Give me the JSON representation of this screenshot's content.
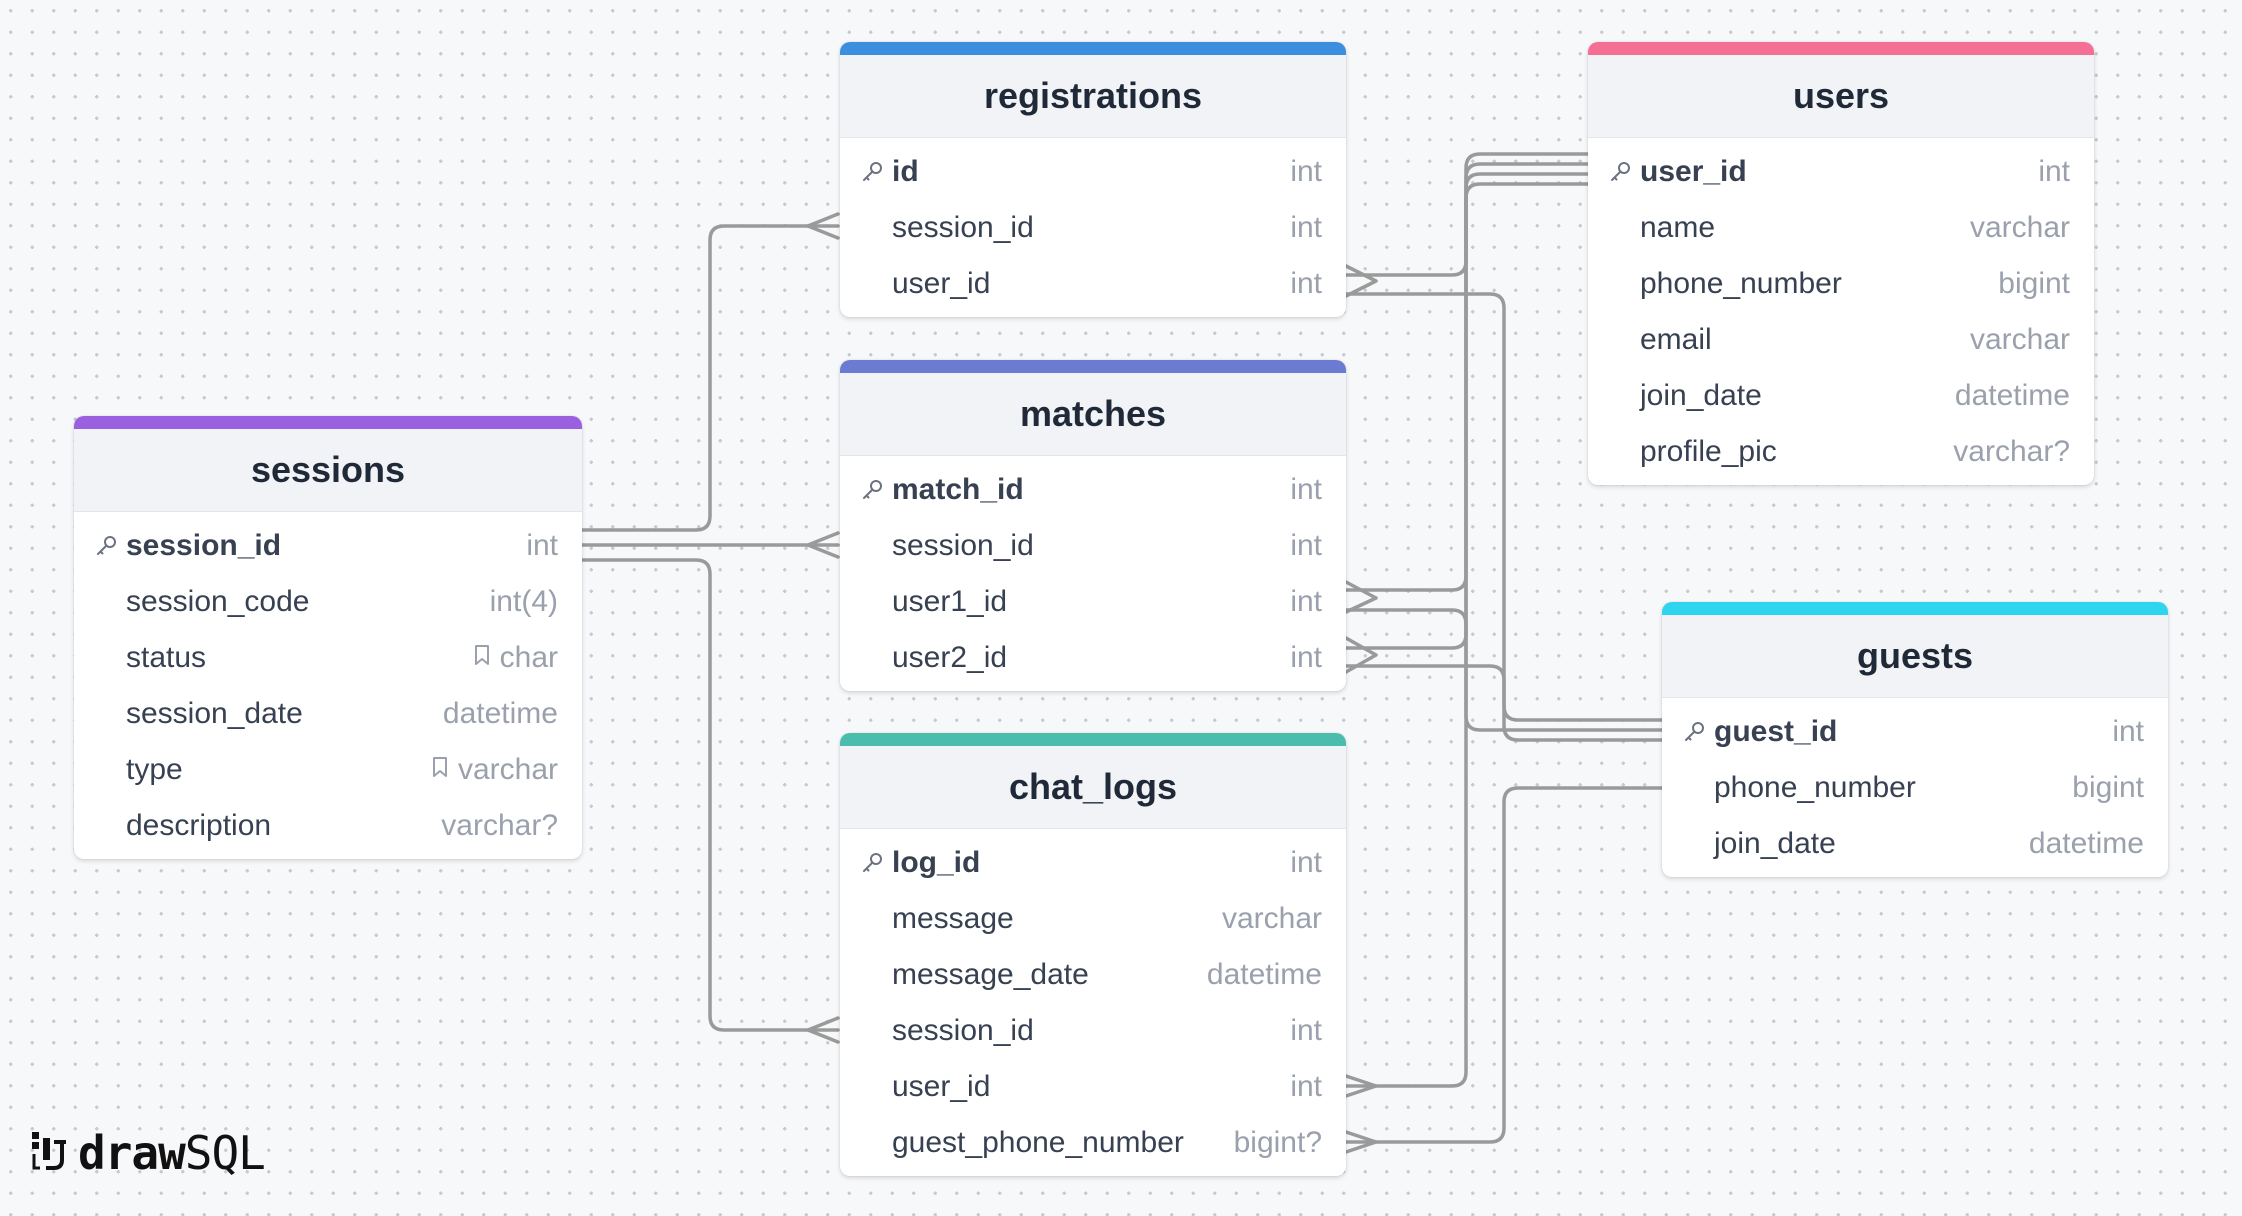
{
  "logo": {
    "bold": "draw",
    "light": "SQL"
  },
  "colors": {
    "sessions": "#9a60e0",
    "registrations": "#3b8fde",
    "matches": "#6b7bd1",
    "chat_logs": "#4cbcad",
    "users": "#f56f95",
    "guests": "#2fd4ee",
    "connector": "#9a9a9a"
  },
  "tables": {
    "sessions": {
      "title": "sessions",
      "columns": [
        {
          "name": "session_id",
          "type": "int",
          "pk": true
        },
        {
          "name": "session_code",
          "type": "int(4)"
        },
        {
          "name": "status",
          "type": "char",
          "enum": true
        },
        {
          "name": "session_date",
          "type": "datetime"
        },
        {
          "name": "type",
          "type": "varchar",
          "enum": true
        },
        {
          "name": "description",
          "type": "varchar?"
        }
      ]
    },
    "registrations": {
      "title": "registrations",
      "columns": [
        {
          "name": "id",
          "type": "int",
          "pk": true
        },
        {
          "name": "session_id",
          "type": "int"
        },
        {
          "name": "user_id",
          "type": "int"
        }
      ]
    },
    "matches": {
      "title": "matches",
      "columns": [
        {
          "name": "match_id",
          "type": "int",
          "pk": true
        },
        {
          "name": "session_id",
          "type": "int"
        },
        {
          "name": "user1_id",
          "type": "int"
        },
        {
          "name": "user2_id",
          "type": "int"
        }
      ]
    },
    "chat_logs": {
      "title": "chat_logs",
      "columns": [
        {
          "name": "log_id",
          "type": "int",
          "pk": true
        },
        {
          "name": "message",
          "type": "varchar"
        },
        {
          "name": "message_date",
          "type": "datetime"
        },
        {
          "name": "session_id",
          "type": "int"
        },
        {
          "name": "user_id",
          "type": "int"
        },
        {
          "name": "guest_phone_number",
          "type": "bigint?"
        }
      ]
    },
    "users": {
      "title": "users",
      "columns": [
        {
          "name": "user_id",
          "type": "int",
          "pk": true
        },
        {
          "name": "name",
          "type": "varchar"
        },
        {
          "name": "phone_number",
          "type": "bigint"
        },
        {
          "name": "email",
          "type": "varchar"
        },
        {
          "name": "join_date",
          "type": "datetime"
        },
        {
          "name": "profile_pic",
          "type": "varchar?"
        }
      ]
    },
    "guests": {
      "title": "guests",
      "columns": [
        {
          "name": "guest_id",
          "type": "int",
          "pk": true
        },
        {
          "name": "phone_number",
          "type": "bigint"
        },
        {
          "name": "join_date",
          "type": "datetime"
        }
      ]
    }
  }
}
